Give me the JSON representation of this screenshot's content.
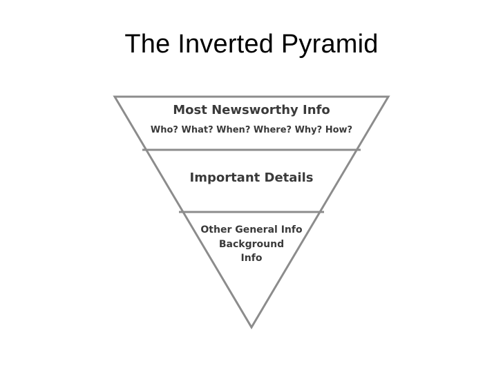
{
  "slide": {
    "title": "The Inverted Pyramid"
  },
  "pyramid": {
    "top_tier": {
      "heading": "Most Newsworthy Info",
      "subheading": "Who? What? When? Where? Why? How?"
    },
    "middle_tier": {
      "heading": "Important Details"
    },
    "bottom_tier": {
      "line1": "Other General Info",
      "line2": "Background",
      "line3": "Info"
    },
    "colors": {
      "outline": "#8c8c8c",
      "text": "#3a3a3a"
    }
  }
}
